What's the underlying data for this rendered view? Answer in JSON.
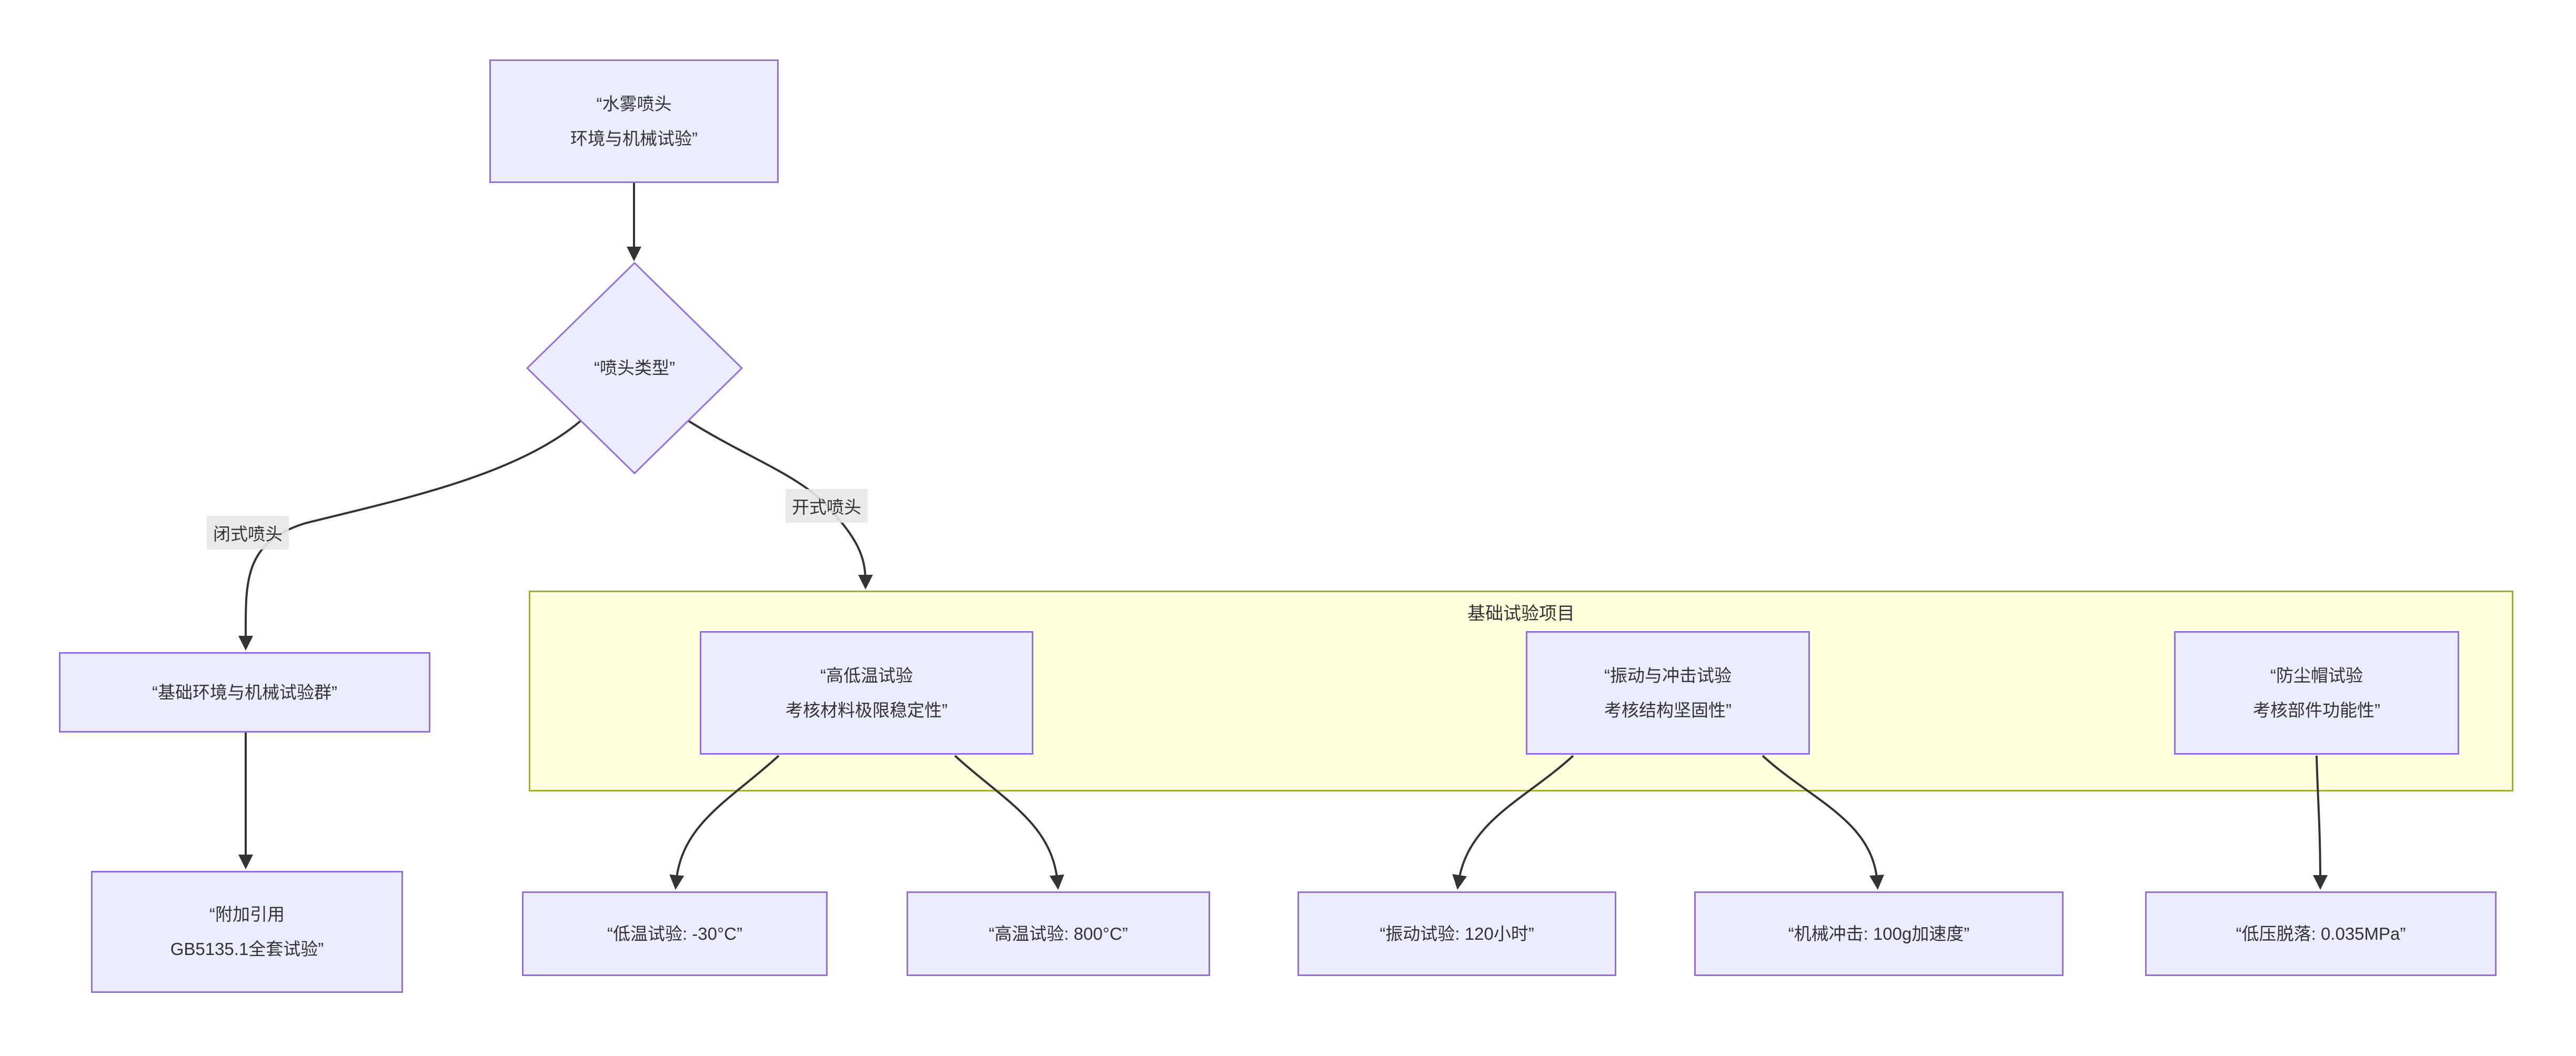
{
  "diagram_type": "flowchart",
  "nodes": {
    "root": {
      "lines": [
        "“水雾喷头",
        "环境与机械试验”"
      ]
    },
    "decision": {
      "label": "“喷头类型”"
    },
    "group": {
      "label": "“基础环境与机械试验群”"
    },
    "ref": {
      "lines": [
        "“附加引用",
        "GB5135.1全套试验”"
      ]
    },
    "temp": {
      "lines": [
        "“高低温试验",
        "考核材料极限稳定性”"
      ]
    },
    "vibration": {
      "lines": [
        "“振动与冲击试验",
        "考核结构坚固性”"
      ]
    },
    "dustcap": {
      "lines": [
        "“防尘帽试验",
        "考核部件功能性”"
      ]
    },
    "low_temp": {
      "label": "“低温试验: -30°C”"
    },
    "high_temp": {
      "label": "“高温试验: 800°C”"
    },
    "vibration_test": {
      "label": "“振动试验: 120小时”"
    },
    "shock": {
      "label": "“机械冲击: 100g加速度”"
    },
    "drop": {
      "label": "“低压脱落: 0.035MPa”"
    }
  },
  "cluster": {
    "title": "基础试验项目"
  },
  "edge_labels": {
    "closed": "闭式喷头",
    "open": "开式喷头"
  },
  "colors": {
    "node_fill": "#ECECFF",
    "node_border": "#9370DB",
    "cluster_fill": "#FFFFDE",
    "cluster_border": "#AAAA33",
    "edge_stroke": "#333333",
    "edge_label_bg": "#E8E8E8",
    "text": "#333333",
    "background": "#FFFFFF"
  }
}
